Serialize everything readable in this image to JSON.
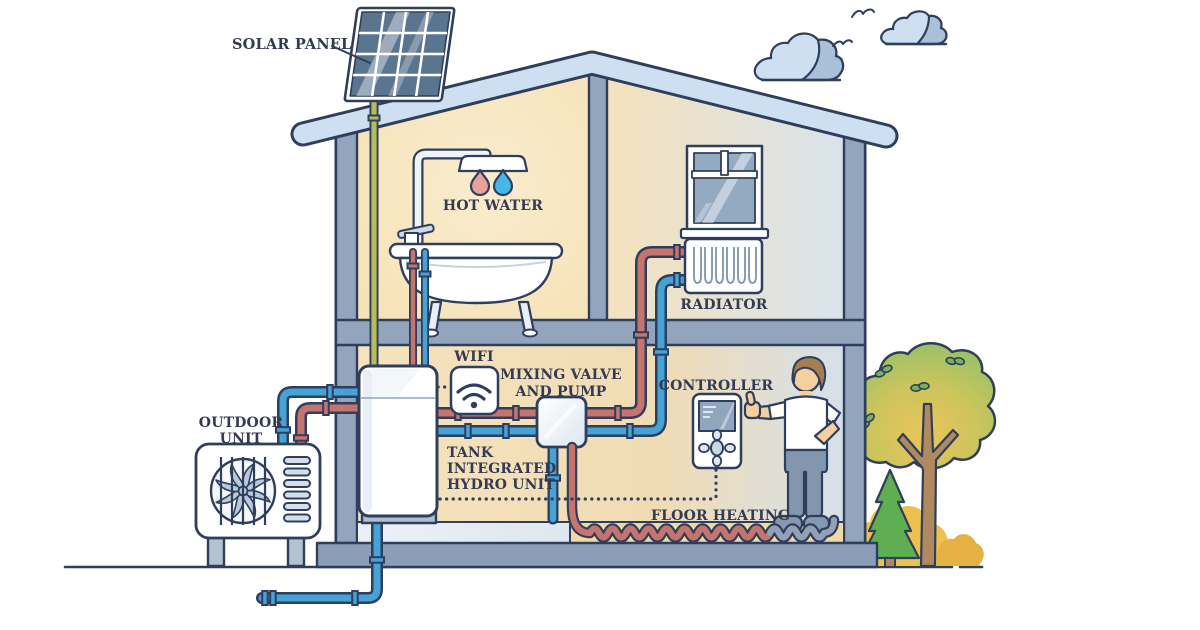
{
  "figure": {
    "type": "cutaway-diagram",
    "subject": "Tank integrated hydro unit heating system with solar panel, heat pump outdoor unit, radiator and floor heating"
  },
  "labels": {
    "solar_panel": "SOLAR PANEL",
    "hot_water": "HOT WATER",
    "radiator": "RADIATOR",
    "wifi": "WIFI",
    "mixing_valve_line1": "MIXING VALVE",
    "mixing_valve_line2": "AND PUMP",
    "controller": "CONTROLLER",
    "outdoor_unit_line1": "OUTDOOR",
    "outdoor_unit_line2": "UNIT",
    "tank_line1": "TANK",
    "tank_line2": "INTEGRATED",
    "tank_line3": "HYDRO UNIT",
    "floor_heating": "FLOOR HEATING"
  },
  "colors": {
    "outline": "#2f3e5c",
    "label_text": "#333a52",
    "hot_pipe": "#c5756d",
    "cold_pipe": "#45a3d6",
    "solar_line": "#b6bd5c",
    "wall": "#92a5bd",
    "roof": "#cddff0",
    "room_warm": "#f7e3ba",
    "room_cool": "#d9e3ec",
    "floor_strip": "#f2d9a4",
    "tree_green": "#8cbf63",
    "bush_yellow": "#e9c14f",
    "skin": "#f6cf9f",
    "pants": "#8296ae"
  }
}
